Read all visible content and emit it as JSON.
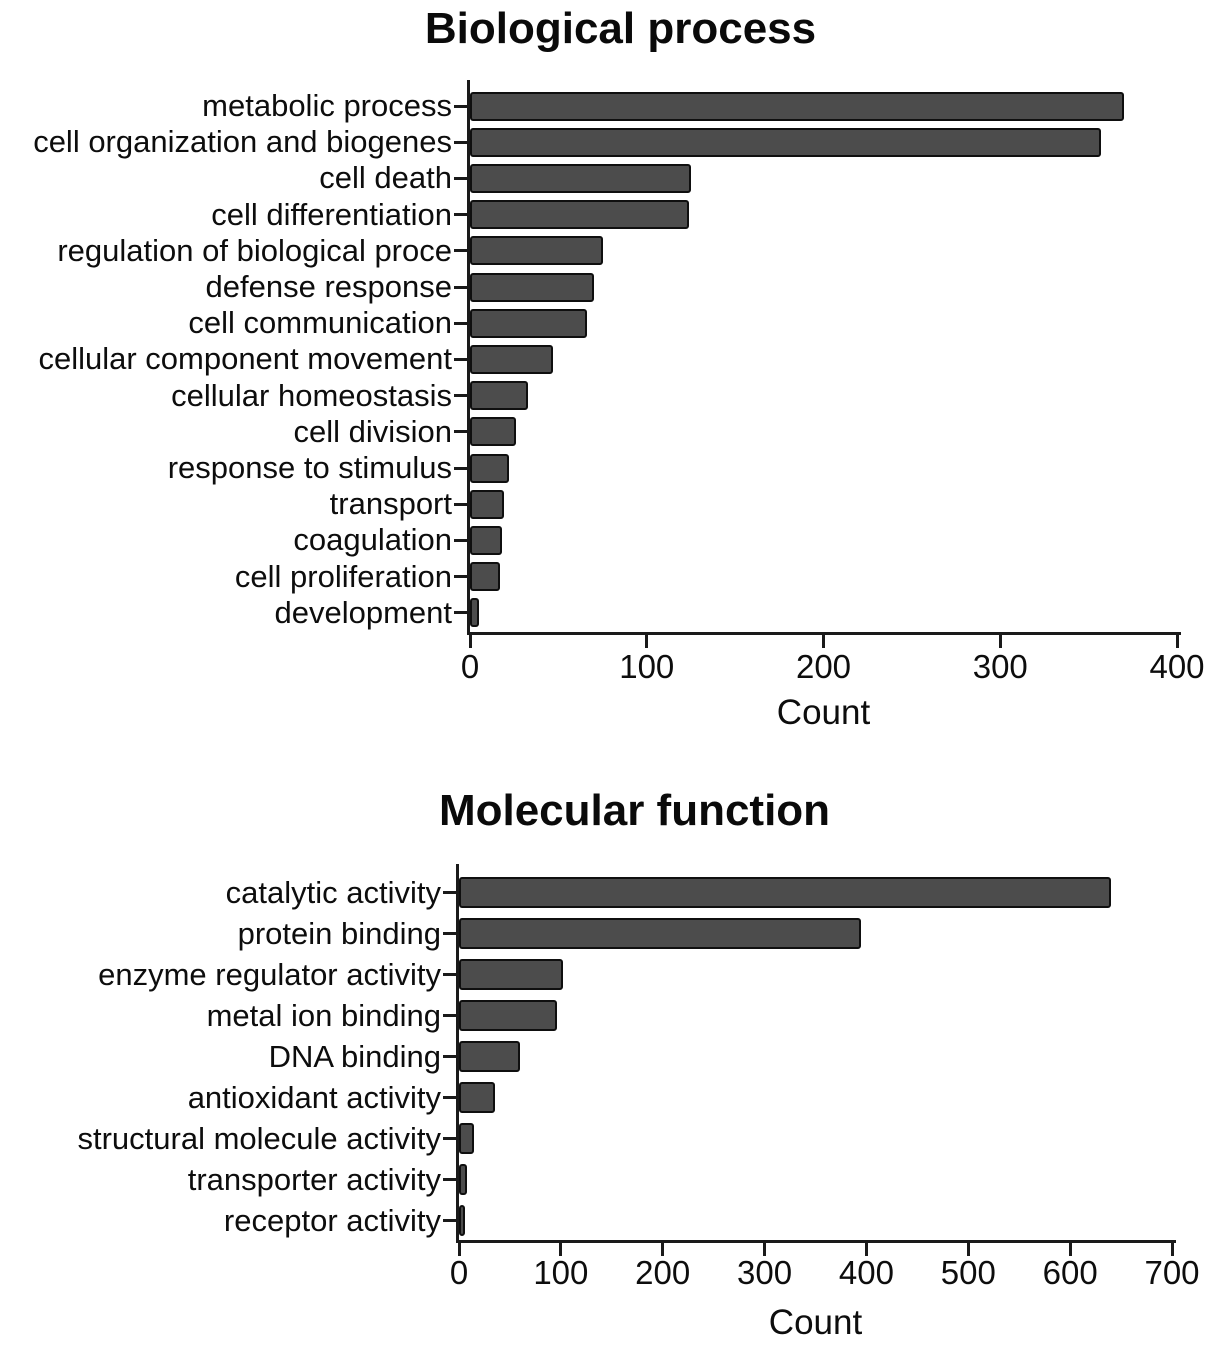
{
  "figure": {
    "background_color": "#ffffff",
    "bar_fill_color": "#4c4c4c",
    "bar_border_color": "#0f0f0f",
    "axis_color": "#1a1a1a",
    "text_color": "#0d0d0d"
  },
  "chart_data": [
    {
      "type": "bar",
      "orientation": "horizontal",
      "title": "Biological process",
      "xlabel": "Count",
      "xlim": [
        0,
        400
      ],
      "xticks": [
        0,
        100,
        200,
        300,
        400
      ],
      "grid": false,
      "legend": false,
      "categories": [
        "metabolic process",
        "cell organization and biogenes",
        "cell death",
        "cell differentiation",
        "regulation of biological proce",
        "defense response",
        "cell communication",
        "cellular component movement",
        "cellular homeostasis",
        "cell division",
        "response to stimulus",
        "transport",
        "coagulation",
        "cell proliferation",
        "development"
      ],
      "values": [
        370,
        357,
        125,
        124,
        75,
        70,
        66,
        47,
        33,
        26,
        22,
        19,
        18,
        17,
        5
      ]
    },
    {
      "type": "bar",
      "orientation": "horizontal",
      "title": "Molecular function",
      "xlabel": "Count",
      "xlim": [
        0,
        700
      ],
      "xticks": [
        0,
        100,
        200,
        300,
        400,
        500,
        600,
        700
      ],
      "grid": false,
      "legend": false,
      "categories": [
        "catalytic activity",
        "protein binding",
        "enzyme regulator activity",
        "metal ion binding",
        "DNA binding",
        "antioxidant activity",
        "structural molecule activity",
        "transporter activity",
        "receptor activity"
      ],
      "values": [
        640,
        395,
        102,
        96,
        60,
        35,
        15,
        8,
        6
      ]
    }
  ]
}
